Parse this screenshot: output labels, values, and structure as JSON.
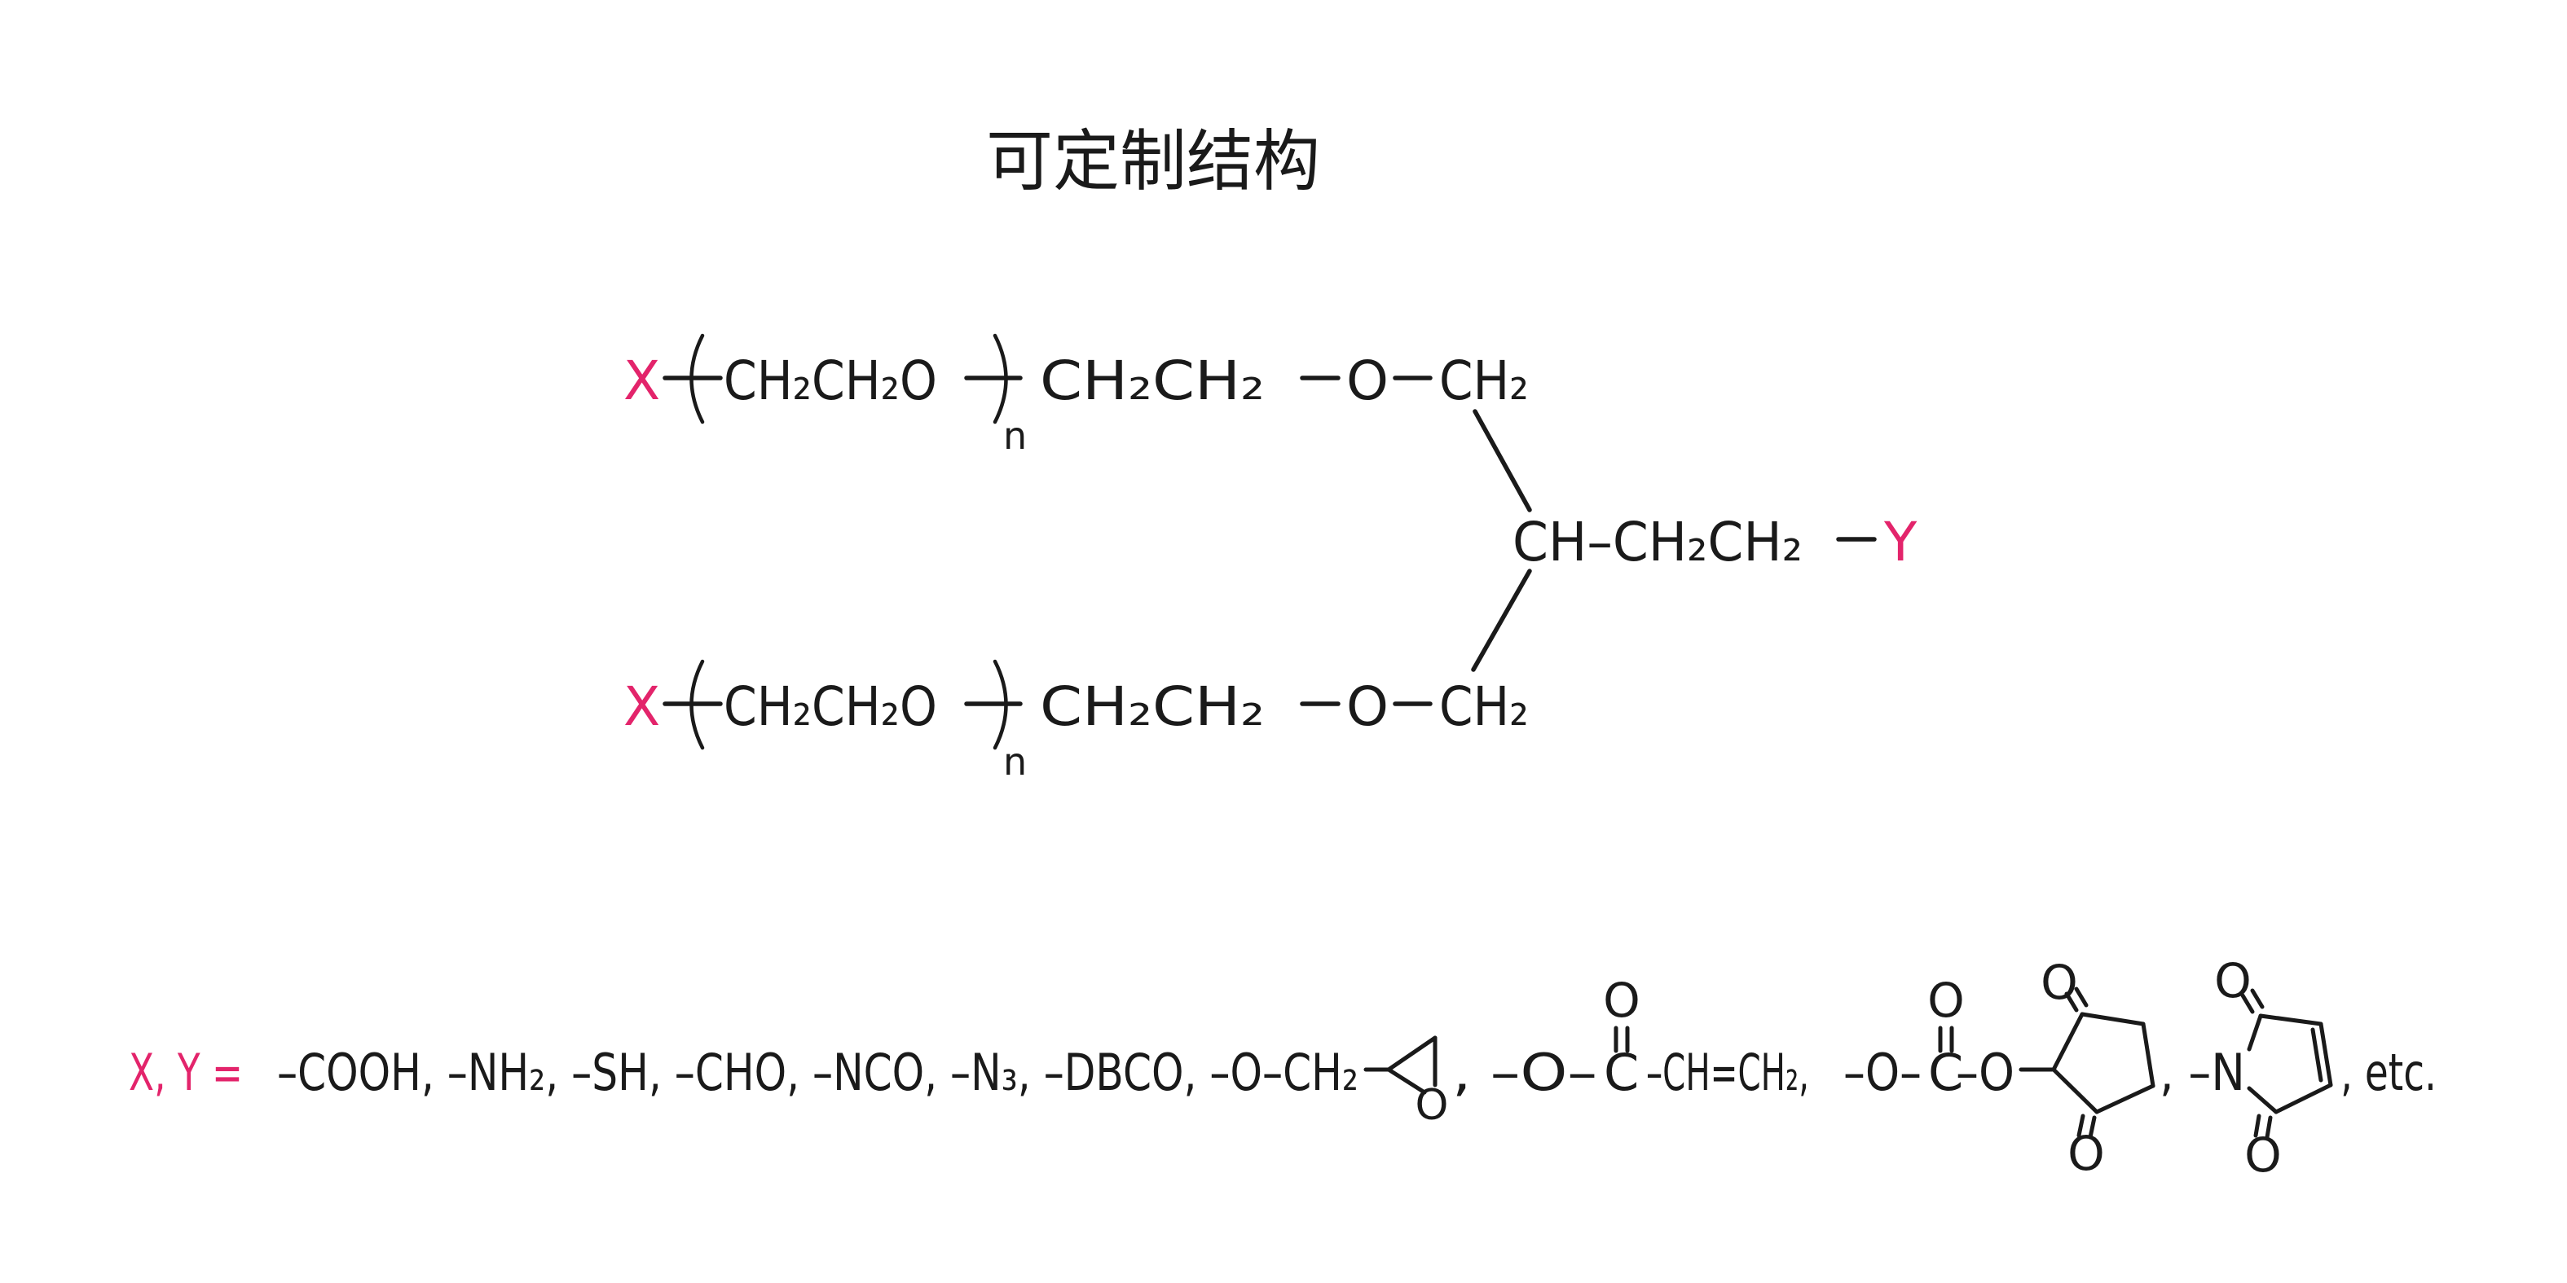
{
  "title": "可定制结构",
  "colors": {
    "accent": "#e3246b",
    "ink": "#1a1a1a"
  },
  "chain": {
    "end_label": "X",
    "repeat_unit": "CH₂CH₂O",
    "repeat_index": "n",
    "segment": "CH₂CH₂",
    "ether_oxygen": "O",
    "methylene": "CH₂"
  },
  "core": {
    "backbone": "CH–CH₂CH₂",
    "end_label": "Y"
  },
  "functional_groups": {
    "prefix": "X, Y =",
    "list": "–COOH, –NH₂, –SH, –CHO, –NCO, –N₃, –DBCO, –O–CH₂",
    "epoxide_oxygen": "O",
    "acrylate_pre": ", –O–",
    "acrylate_carbon": "C",
    "acrylate_oxygen": "O",
    "acrylate_tail": "–CH=CH₂,",
    "carbonate_pre": "–O–",
    "carbonate_carbon": "C",
    "carbonate_oxygen": "O",
    "carbonate_tail": "–O",
    "nhs_oxygen_top": "O",
    "nhs_oxygen_bottom": "O",
    "maleimide_pre": ", –N",
    "maleimide_oxygen_top": "O",
    "maleimide_oxygen_bottom": "O",
    "suffix": ", etc."
  }
}
